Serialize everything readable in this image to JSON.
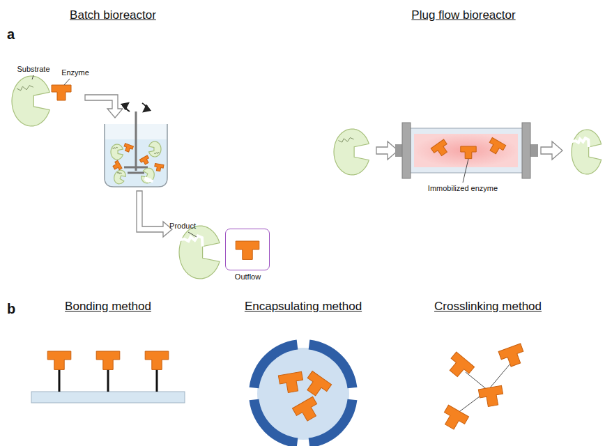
{
  "diagram": {
    "nodes": [
      {
        "text": [
          "Outflow"
        ]
      }
    ],
    "labels": [
      "a",
      "Batch bioreactor",
      "Plug flow bioreactor",
      "Substrate",
      "Enzyme",
      "Product",
      "Immobilized enzyme",
      "b",
      "Bonding method",
      "Encapsulating method",
      "Crosslinking method"
    ]
  }
}
